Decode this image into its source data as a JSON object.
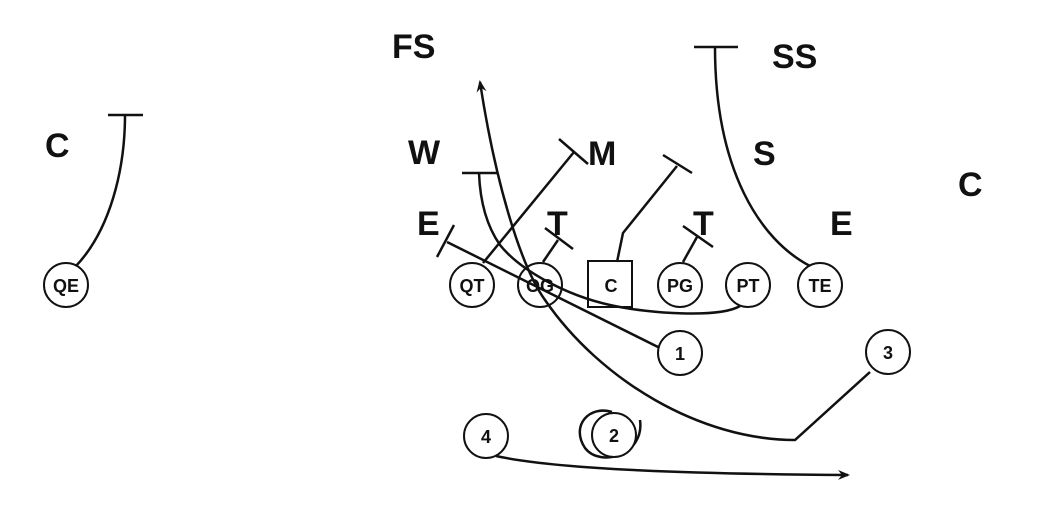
{
  "defense_labels": {
    "fs": "FS",
    "ss": "SS",
    "c_left": "C",
    "c_right": "C",
    "w": "W",
    "m": "M",
    "s": "S",
    "e_left": "E",
    "t_left": "T",
    "t_right": "T",
    "e_right": "E"
  },
  "offense": {
    "qe": "QE",
    "qt": "QT",
    "og": "OG",
    "c": "C",
    "pg": "PG",
    "pt": "PT",
    "te": "TE",
    "back_1": "1",
    "back_2": "2",
    "back_3": "3",
    "back_4": "4"
  },
  "colors": {
    "ink": "#111111",
    "background": "#ffffff"
  }
}
